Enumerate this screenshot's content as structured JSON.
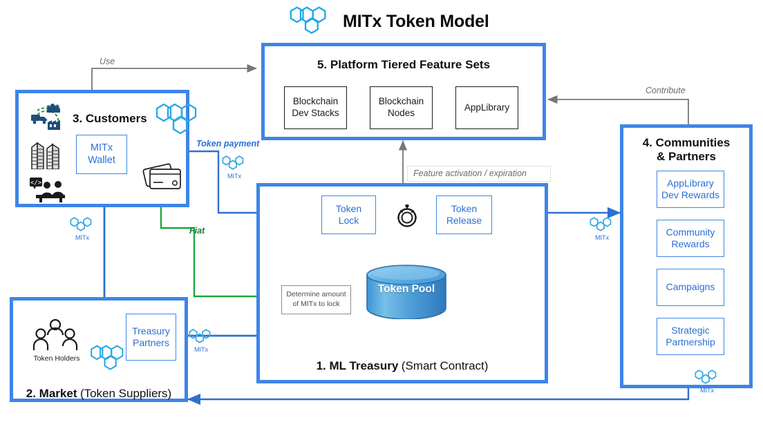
{
  "title": {
    "text": "MITx Token Model",
    "logo_icon": "mitx-hexagon-logo"
  },
  "accent_colors": {
    "blue_border": "#3d85e8",
    "blue_text": "#2a6fd4",
    "blue_arrow": "#2f6fd0",
    "green_arrow": "#1aa83a",
    "gray_arrow": "#777777",
    "logo_cyan": "#29a8e8"
  },
  "sections": {
    "platform": {
      "number": "5.",
      "title": "5. Platform Tiered Feature Sets",
      "features": [
        {
          "label": "Blockchain\nDev Stacks",
          "line1": "Blockchain",
          "line2": "Dev Stacks"
        },
        {
          "label": "Blockchain\nNodes",
          "line1": "Blockchain",
          "line2": "Nodes"
        },
        {
          "label": "AppLibrary",
          "line1": "AppLibrary",
          "line2": ""
        }
      ]
    },
    "customers": {
      "title": "3. Customers",
      "wallet": "MITx\nWallet",
      "wallet_line1": "MITx",
      "wallet_line2": "Wallet",
      "icons": [
        "supply-chain-icon",
        "buildings-icon",
        "developers-icon",
        "credit-card-icon",
        "mitx-hexagon-logo"
      ]
    },
    "market": {
      "title_main": "2. Market",
      "title_sub": "(Token Suppliers)",
      "token_holders_label": "Token Holders",
      "treasury_partners_line1": "Treasury",
      "treasury_partners_line2": "Partners",
      "icons": [
        "token-holders-icon",
        "mitx-hexagon-logo"
      ]
    },
    "treasury": {
      "title_main": "1. ML Treasury",
      "title_sub": "(Smart Contract)",
      "token_lock_line1": "Token",
      "token_lock_line2": "Lock",
      "token_release_line1": "Token",
      "token_release_line2": "Release",
      "timer_icon": "stopwatch-icon",
      "determine_line1": "Determine amount",
      "determine_line2": "of MITx to lock",
      "token_pool_label": "Token Pool",
      "token_pool_icon": "database-cylinder-icon"
    },
    "communities": {
      "title_line1": "4. Communities",
      "title_line2": "& Partners",
      "items": [
        {
          "line1": "AppLibrary",
          "line2": "Dev Rewards"
        },
        {
          "line1": "Community",
          "line2": "Rewards"
        },
        {
          "line1": "Campaigns",
          "line2": ""
        },
        {
          "line1": "Strategic",
          "line2": "Partnership"
        }
      ]
    }
  },
  "flow_labels": {
    "use": "Use",
    "contribute": "Contribute",
    "token_payment": "Token payment",
    "fiat": "Fiat",
    "feature_activation": "Feature activation / expiration",
    "mitx_caption": "MITx"
  }
}
